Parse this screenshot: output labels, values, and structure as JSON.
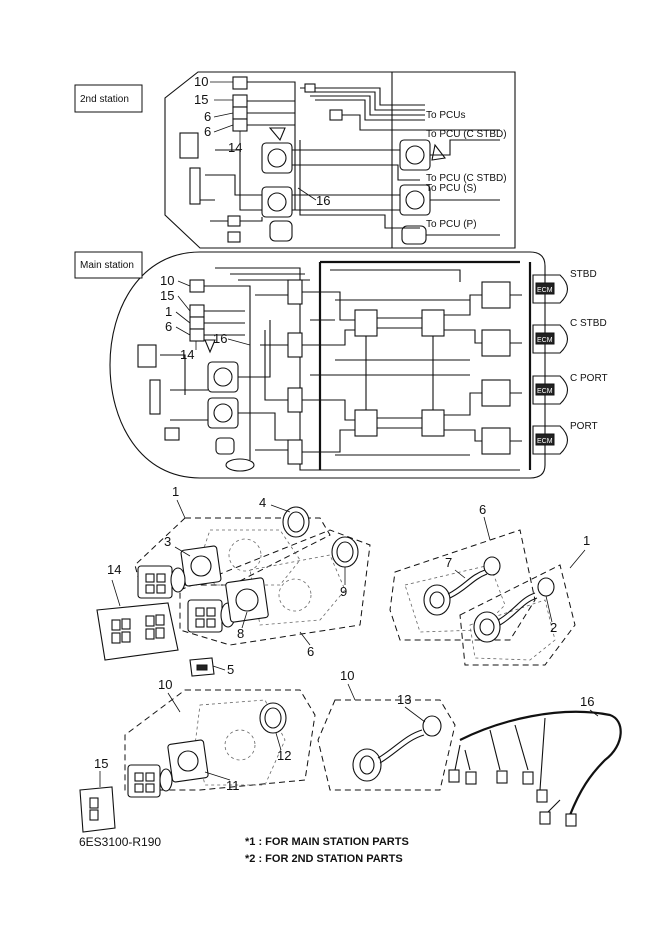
{
  "wiring": {
    "second_station": {
      "title": "2nd station",
      "callouts": [
        "10",
        "15",
        "6",
        "6",
        "14",
        "16"
      ],
      "destinations": [
        "To PCUs",
        "To PCU (C STBD)",
        "To PCU (C STBD)",
        "To PCU (S)",
        "To PCU (P)"
      ]
    },
    "main_station": {
      "title": "Main station",
      "callouts": [
        "10",
        "15",
        "1",
        "6",
        "14",
        "16"
      ],
      "ecm_label": "ECM",
      "engines": [
        "STBD",
        "C STBD",
        "C PORT",
        "PORT"
      ]
    }
  },
  "parts": {
    "group_callouts": [
      "1",
      "6",
      "1",
      "6",
      "10",
      "10"
    ],
    "callouts": [
      "2",
      "3",
      "4",
      "5",
      "7",
      "8",
      "9",
      "11",
      "12",
      "13",
      "14",
      "15",
      "16"
    ]
  },
  "footer": {
    "drawing_code": "6ES3100-R190",
    "notes": [
      "*1 : FOR MAIN STATION PARTS",
      "*2 : FOR 2ND STATION PARTS"
    ]
  }
}
